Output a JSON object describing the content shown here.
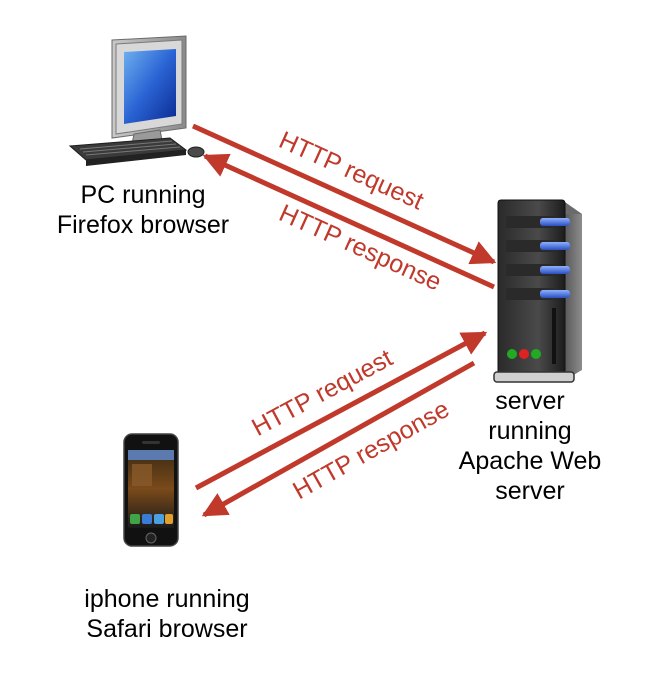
{
  "clients": {
    "pc": {
      "icon": "desktop-pc-icon",
      "label_lines": [
        "PC running",
        "Firefox browser"
      ]
    },
    "iphone": {
      "icon": "iphone-icon",
      "label_lines": [
        "iphone running",
        "Safari browser"
      ]
    }
  },
  "server": {
    "icon": "server-tower-icon",
    "label_lines": [
      "server",
      "running",
      "Apache Web",
      "server"
    ]
  },
  "messages": {
    "pc_request": "HTTP request",
    "pc_response": "HTTP response",
    "iphone_request": "HTTP request",
    "iphone_response": "HTTP response"
  },
  "colors": {
    "arrow": "#c0392b",
    "server_led_green": "#22aa22",
    "server_led_red": "#dd2222",
    "drive_bay_blue": "#3a5fd0"
  }
}
